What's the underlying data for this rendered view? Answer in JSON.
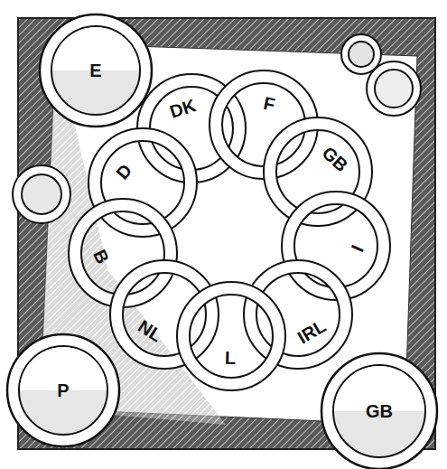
{
  "diagram": {
    "nodes": [
      {
        "text": [
          "E"
        ]
      },
      {
        "text": [
          "DK"
        ]
      },
      {
        "text": [
          "F"
        ]
      },
      {
        "text": [
          "GB"
        ]
      },
      {
        "text": [
          "D"
        ]
      },
      {
        "text": [
          "B"
        ]
      },
      {
        "text": [
          "I"
        ]
      },
      {
        "text": [
          "NL"
        ]
      },
      {
        "text": [
          "IRL"
        ]
      },
      {
        "text": [
          "L"
        ]
      },
      {
        "text": [
          "P"
        ]
      },
      {
        "text": [
          "GB"
        ]
      }
    ]
  }
}
